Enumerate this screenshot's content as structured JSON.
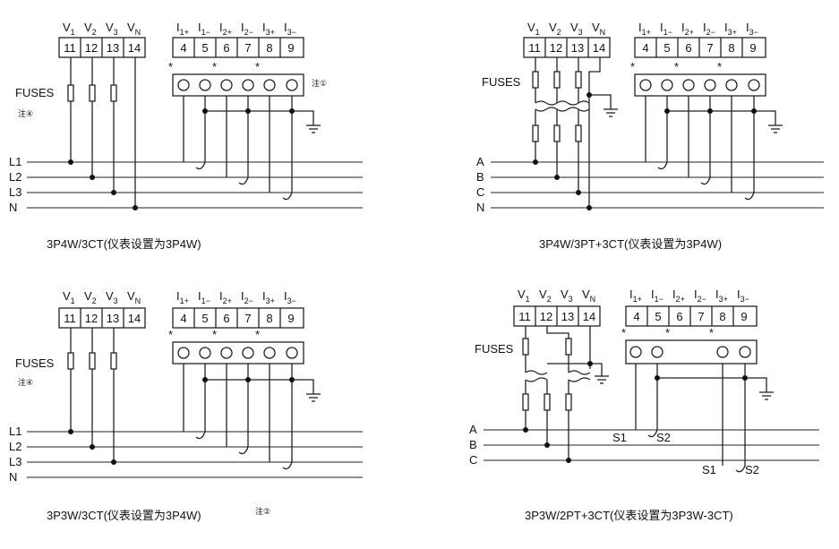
{
  "panels": [
    {
      "caption": "3P4W/3CT(仪表设置为3P4W)",
      "caption_note": "",
      "voltage_labels": [
        {
          "main": "V",
          "sub": "1"
        },
        {
          "main": "V",
          "sub": "2"
        },
        {
          "main": "V",
          "sub": "3"
        },
        {
          "main": "V",
          "sub": "N"
        }
      ],
      "voltage_terminals": [
        "11",
        "12",
        "13",
        "14"
      ],
      "current_labels": [
        {
          "main": "I",
          "sub": "1+"
        },
        {
          "main": "I",
          "sub": "1−"
        },
        {
          "main": "I",
          "sub": "2+"
        },
        {
          "main": "I",
          "sub": "2−"
        },
        {
          "main": "I",
          "sub": "3+"
        },
        {
          "main": "I",
          "sub": "3−"
        }
      ],
      "current_terminals": [
        "4",
        "5",
        "6",
        "7",
        "8",
        "9"
      ],
      "fuses_label": "FUSES",
      "fuses_note": "注④",
      "ground_note": "注①",
      "line_labels": [
        "L1",
        "L2",
        "L3",
        "N"
      ],
      "ct_labels": []
    },
    {
      "caption": "3P4W/3PT+3CT(仪表设置为3P4W)",
      "caption_note": "",
      "voltage_labels": [
        {
          "main": "V",
          "sub": "1"
        },
        {
          "main": "V",
          "sub": "2"
        },
        {
          "main": "V",
          "sub": "3"
        },
        {
          "main": "V",
          "sub": "N"
        }
      ],
      "voltage_terminals": [
        "11",
        "12",
        "13",
        "14"
      ],
      "current_labels": [
        {
          "main": "I",
          "sub": "1+"
        },
        {
          "main": "I",
          "sub": "1−"
        },
        {
          "main": "I",
          "sub": "2+"
        },
        {
          "main": "I",
          "sub": "2−"
        },
        {
          "main": "I",
          "sub": "3+"
        },
        {
          "main": "I",
          "sub": "3−"
        }
      ],
      "current_terminals": [
        "4",
        "5",
        "6",
        "7",
        "8",
        "9"
      ],
      "fuses_label": "FUSES",
      "fuses_note": "",
      "ground_note": "",
      "line_labels": [
        "A",
        "B",
        "C",
        "N"
      ],
      "ct_labels": []
    },
    {
      "caption": "3P3W/3CT(仪表设置为3P4W)",
      "caption_note": "注②",
      "voltage_labels": [
        {
          "main": "V",
          "sub": "1"
        },
        {
          "main": "V",
          "sub": "2"
        },
        {
          "main": "V",
          "sub": "3"
        },
        {
          "main": "V",
          "sub": "N"
        }
      ],
      "voltage_terminals": [
        "11",
        "12",
        "13",
        "14"
      ],
      "current_labels": [
        {
          "main": "I",
          "sub": "1+"
        },
        {
          "main": "I",
          "sub": "1−"
        },
        {
          "main": "I",
          "sub": "2+"
        },
        {
          "main": "I",
          "sub": "2−"
        },
        {
          "main": "I",
          "sub": "3+"
        },
        {
          "main": "I",
          "sub": "3−"
        }
      ],
      "current_terminals": [
        "4",
        "5",
        "6",
        "7",
        "8",
        "9"
      ],
      "fuses_label": "FUSES",
      "fuses_note": "注④",
      "ground_note": "",
      "line_labels": [
        "L1",
        "L2",
        "L3",
        "N"
      ],
      "ct_labels": []
    },
    {
      "caption": "3P3W/2PT+3CT(仪表设置为3P3W-3CT)",
      "caption_note": "",
      "voltage_labels": [
        {
          "main": "V",
          "sub": "1"
        },
        {
          "main": "V",
          "sub": "2"
        },
        {
          "main": "V",
          "sub": "3"
        },
        {
          "main": "V",
          "sub": "N"
        }
      ],
      "voltage_terminals": [
        "11",
        "12",
        "13",
        "14"
      ],
      "current_labels": [
        {
          "main": "I",
          "sub": "1+"
        },
        {
          "main": "I",
          "sub": "1−"
        },
        {
          "main": "I",
          "sub": "2+"
        },
        {
          "main": "I",
          "sub": "2−"
        },
        {
          "main": "I",
          "sub": "3+"
        },
        {
          "main": "I",
          "sub": "3−"
        }
      ],
      "current_terminals": [
        "4",
        "5",
        "6",
        "7",
        "8",
        "9"
      ],
      "fuses_label": "FUSES",
      "fuses_note": "",
      "ground_note": "",
      "line_labels": [
        "A",
        "B",
        "C"
      ],
      "ct_labels": [
        "S1",
        "S2",
        "S1",
        "S2"
      ]
    }
  ],
  "star_symbol": "*"
}
